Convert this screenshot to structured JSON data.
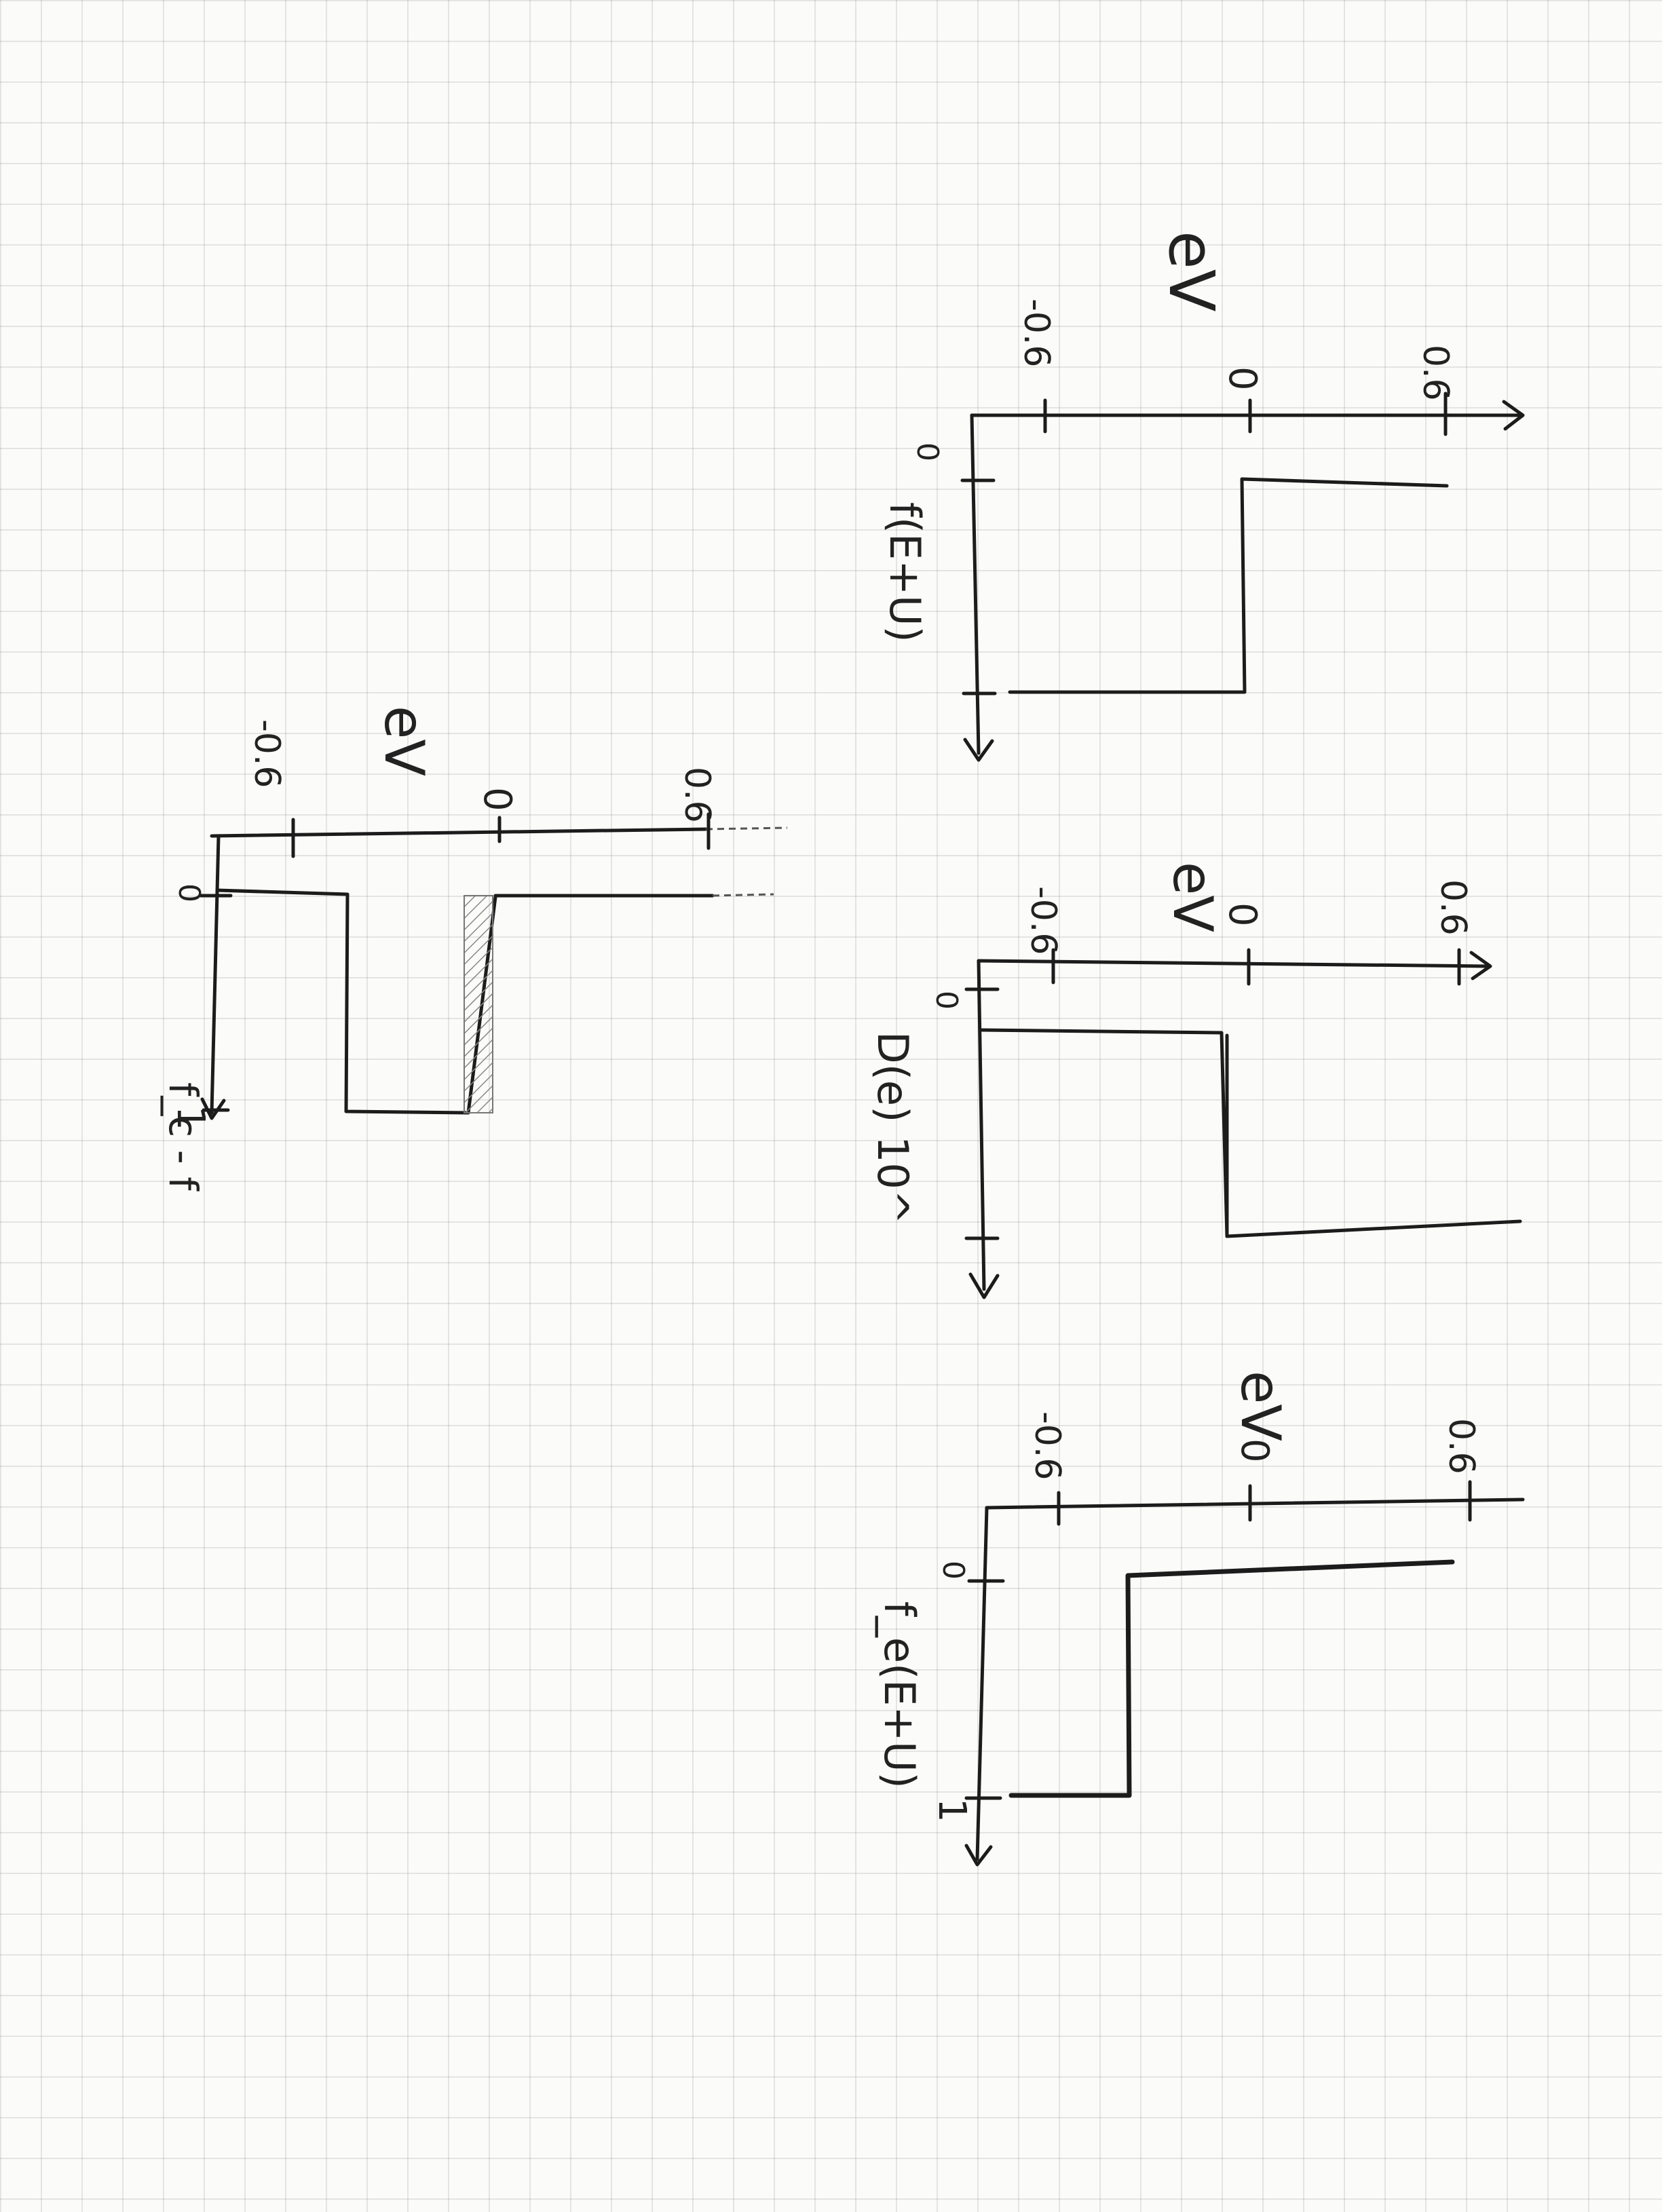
{
  "panel_top": {
    "y_label": "f_c - f",
    "y_max": "1",
    "y_origin": "0",
    "x_unit": "eV",
    "x_ticks": [
      "-0.6",
      "0",
      "0.6"
    ]
  },
  "panel_middle": {
    "y_label": "D(e) 10^",
    "y_origin": "0",
    "x_unit": "eV",
    "x_ticks": [
      "-0.6",
      "0",
      "0.6"
    ]
  },
  "panel_right": {
    "y_label": "f(E+U)",
    "y_origin": "0",
    "x_unit": "eV",
    "x_ticks": [
      "-0.6",
      "0",
      "0.6"
    ]
  },
  "panel_bottom": {
    "y_label": "f_e(E+U)",
    "y_max": "1",
    "y_origin": "0",
    "x_unit": "eV",
    "x_ticks": [
      "-0.6",
      "0",
      "0.6"
    ]
  }
}
